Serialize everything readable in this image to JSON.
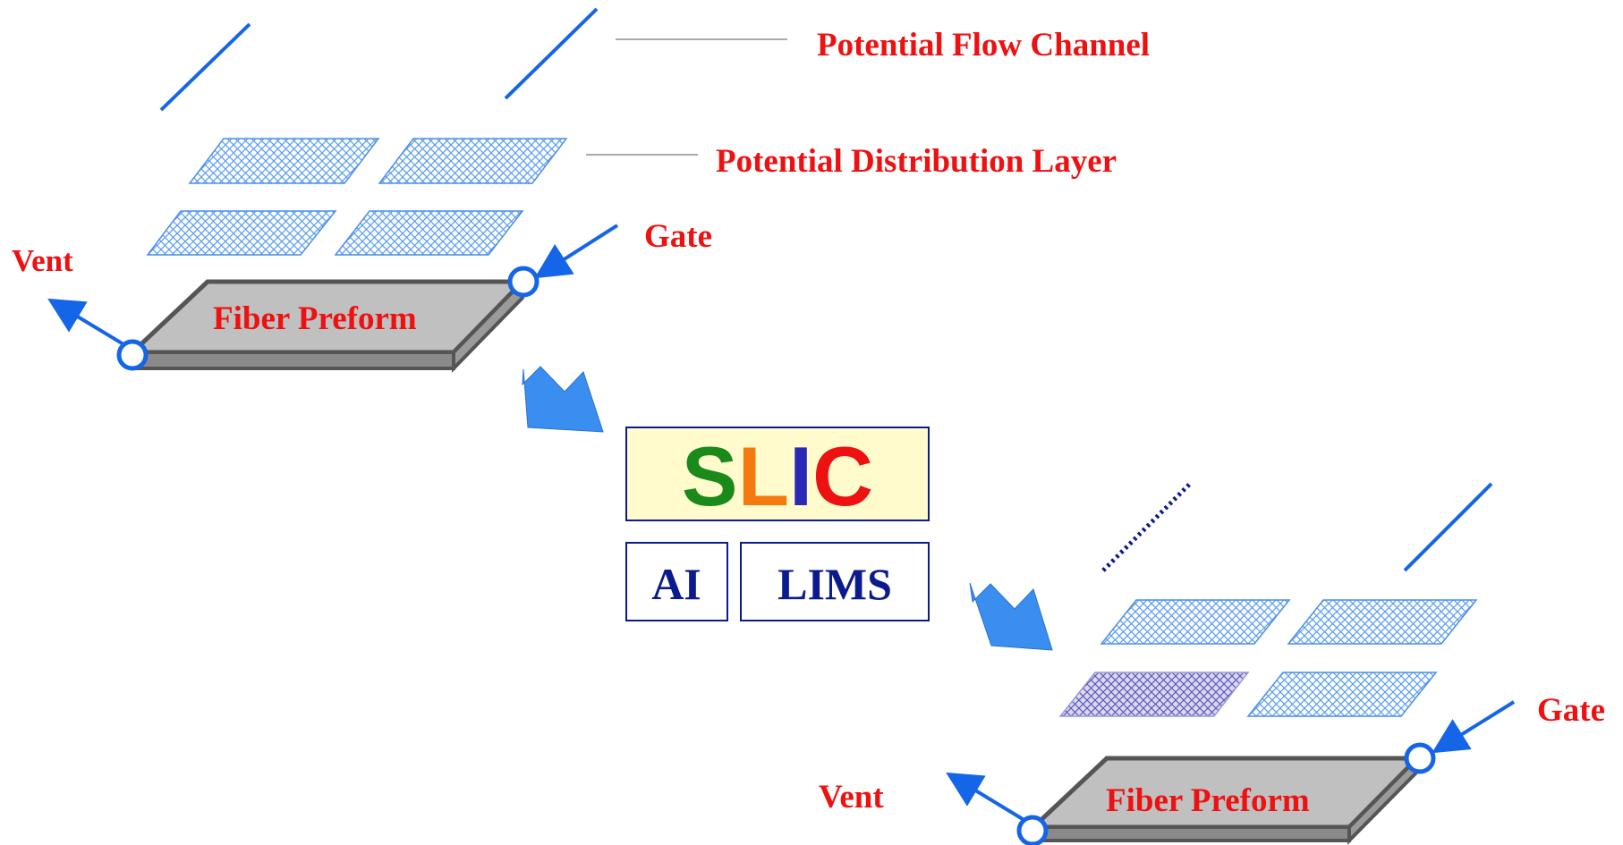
{
  "labels": {
    "potential_flow_channel": "Potential Flow Channel",
    "potential_distribution_layer": "Potential Distribution Layer",
    "gate_top": "Gate",
    "vent_top": "Vent",
    "fiber_preform_top": "Fiber Preform",
    "gate_bottom": "Gate",
    "vent_bottom": "Vent",
    "fiber_preform_bottom": "Fiber Preform"
  },
  "slic": {
    "letter_s": "S",
    "letter_l": "L",
    "letter_i": "I",
    "letter_c": "C",
    "colors": {
      "s": "#1a8a1a",
      "l": "#f47a10",
      "i": "#2a2ab8",
      "c": "#ee1111"
    }
  },
  "modules": {
    "ai": "AI",
    "lims": "LIMS"
  },
  "colors": {
    "label_red": "#ee1111",
    "line_blue": "#1565e8",
    "dark_blue": "#0b1a8c",
    "preform_gray": "#c0c0c0",
    "slic_fill": "#fffbcc",
    "arrow_blue": "#3a8ef0"
  }
}
